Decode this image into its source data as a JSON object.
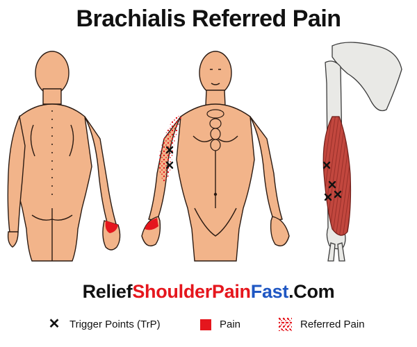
{
  "title": "Brachialis Referred Pain",
  "website": {
    "part1": "Relief",
    "part2": "ShoulderPain",
    "part3": "Fast",
    "part4": ".Com"
  },
  "legend": {
    "trigger_label": "Trigger Points (TrP)",
    "pain_label": "Pain",
    "referred_label": "Referred Pain"
  },
  "colors": {
    "brand_red": "#e5161d",
    "brand_blue": "#1f57c3",
    "skin": "#f2b48a",
    "muscle": "#b8413a",
    "bone": "#e9e9e6"
  },
  "figures": [
    {
      "name": "back-view-body",
      "icon": "human-back-figure"
    },
    {
      "name": "front-view-body",
      "icon": "human-front-figure"
    },
    {
      "name": "arm-muscle-anatomy",
      "icon": "brachialis-muscle-diagram"
    }
  ]
}
